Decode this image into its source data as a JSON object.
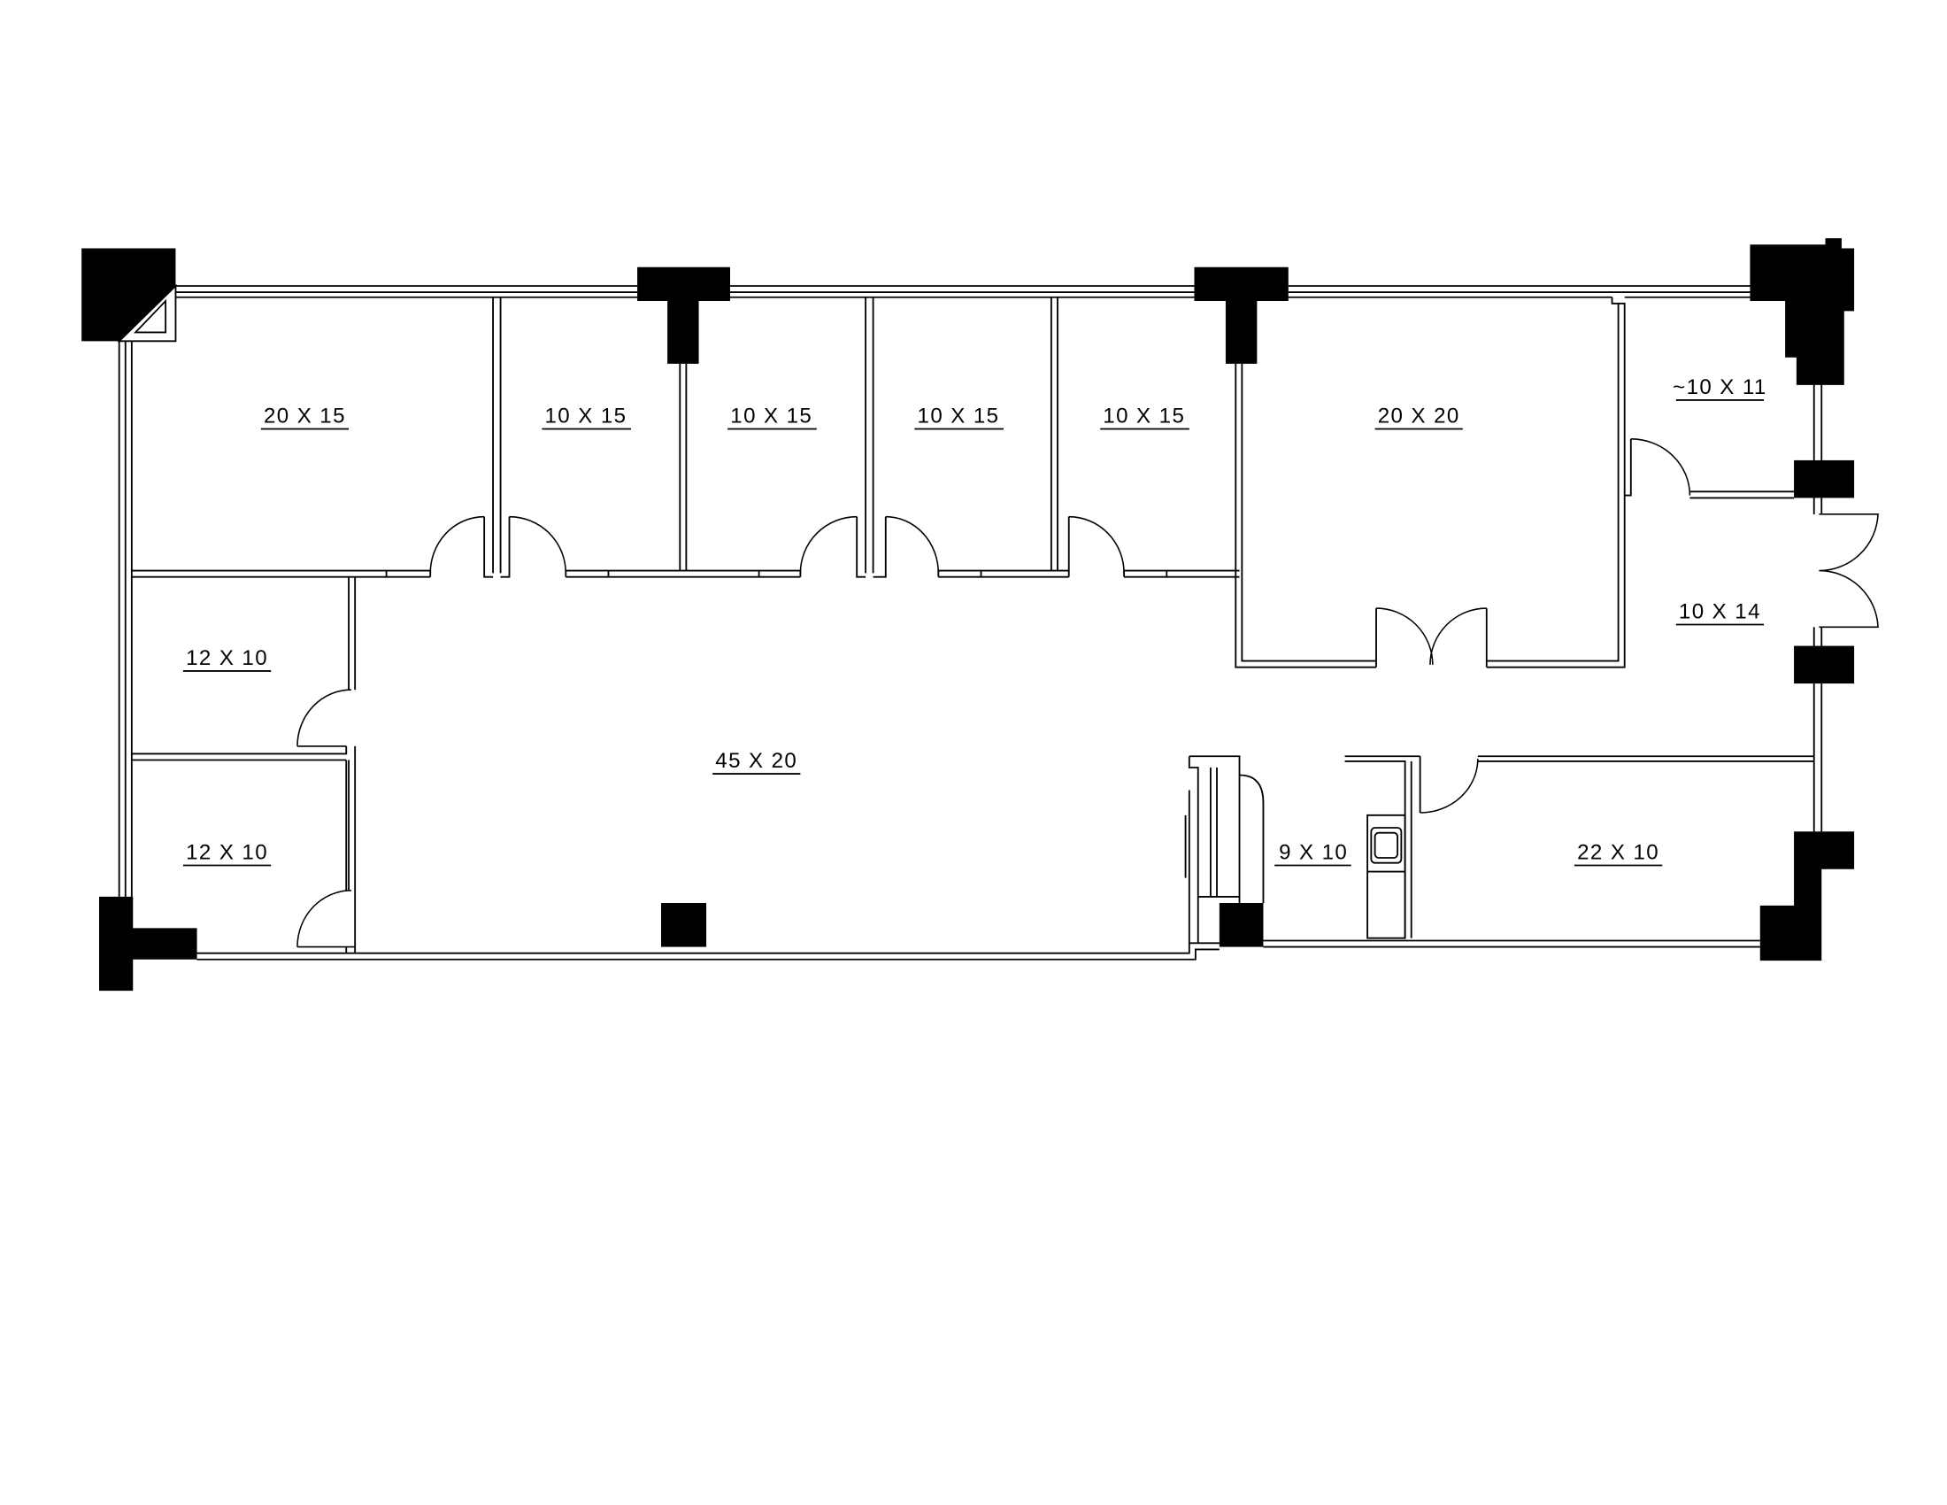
{
  "plan": {
    "rooms": [
      {
        "label": "20 X 15"
      },
      {
        "label": "10 X 15"
      },
      {
        "label": "10 X 15"
      },
      {
        "label": "10 X 15"
      },
      {
        "label": "10 X 15"
      },
      {
        "label": "20 X 20"
      },
      {
        "label": "~10 X 11"
      },
      {
        "label": "10 X 14"
      },
      {
        "label": "12 X 10"
      },
      {
        "label": "12 X 10"
      },
      {
        "label": "45 X 20"
      },
      {
        "label": "9 X 10"
      },
      {
        "label": "22 X 10"
      }
    ],
    "colors": {
      "line": "#000000",
      "background": "#ffffff"
    }
  }
}
